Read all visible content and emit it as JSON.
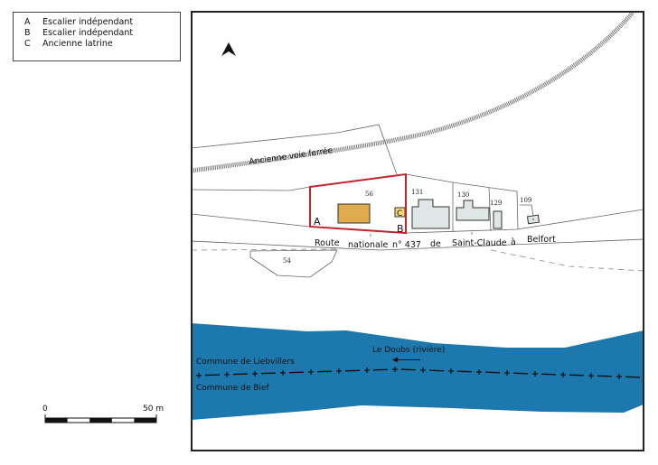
{
  "legend": [
    {
      "key": "A",
      "label": "Escalier indépendant"
    },
    {
      "key": "B",
      "label": "Escalier indépendant"
    },
    {
      "key": "C",
      "label": "Ancienne latrine"
    }
  ],
  "map": {
    "north_icon": "north-arrow-icon",
    "railway_label": "Ancienne voie ferrée",
    "parcels": {
      "p56": "56",
      "p131": "131",
      "p130": "130",
      "p129": "129",
      "p109": "109",
      "p54": "54"
    },
    "markers": {
      "a": "A",
      "b": "B",
      "c": "C"
    },
    "road_words": [
      "Route",
      "nationale",
      "n° 437",
      "de",
      "Saint-Claude",
      "à",
      "Belfort"
    ],
    "river_label": "Le Doubs (rivière)",
    "commune_north": "Commune de Liebvillers",
    "commune_south": "Commune de  Bief",
    "colors": {
      "study_parcel": "#c0272d",
      "building_main": "#e0ab4e",
      "latrine": "#f5d77a",
      "building_other": "#dfe6e6",
      "river": "#1c78ad"
    }
  },
  "scale": {
    "start": "0",
    "end": "50 m"
  }
}
